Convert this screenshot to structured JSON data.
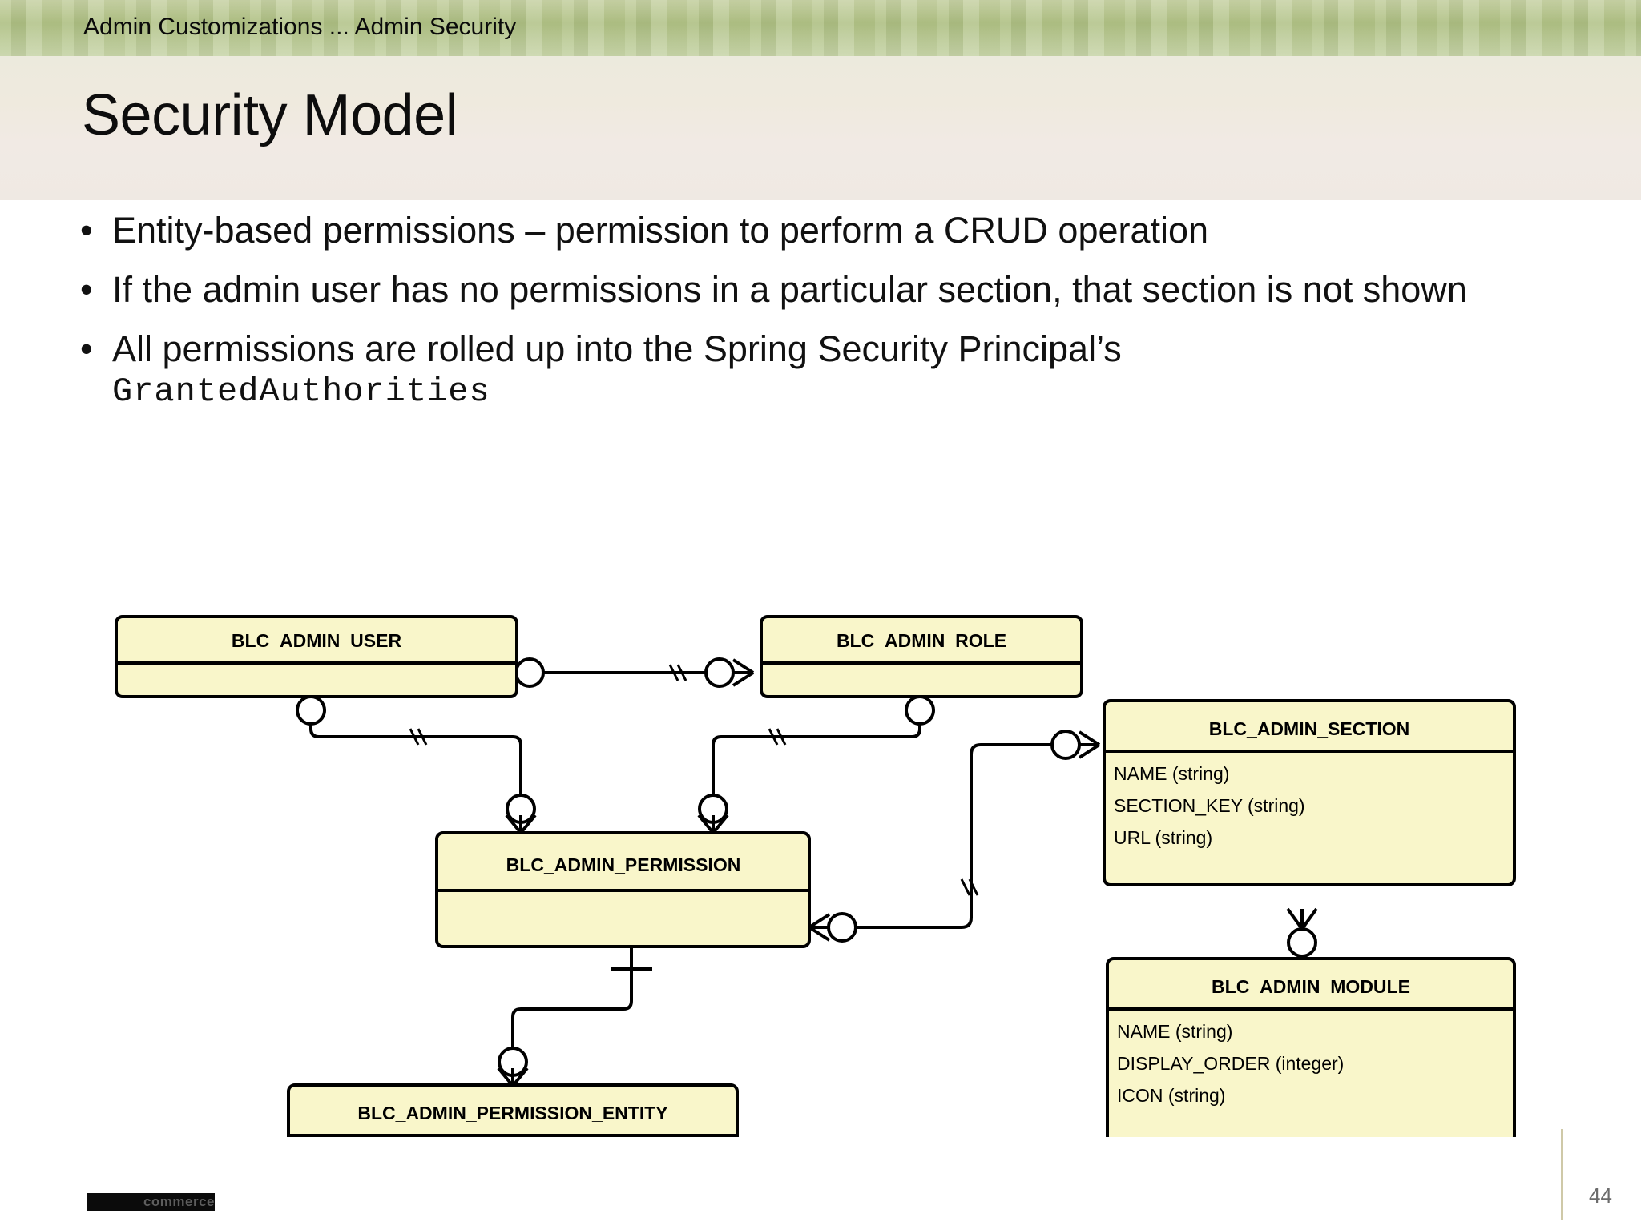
{
  "header": {
    "breadcrumb": "Admin Customizations ... Admin Security",
    "band_color": "#aec083"
  },
  "title": {
    "text": "Security Model",
    "band_color": "#efeade"
  },
  "bullets": [
    {
      "marker": "•",
      "text": "Entity-based permissions – permission to perform a CRUD operation",
      "mono": ""
    },
    {
      "marker": "•",
      "text": "If the admin user has no permissions in a particular section, that section is not shown",
      "mono": ""
    },
    {
      "marker": "•",
      "text": "All permissions are rolled up into the Spring Security Principal’s",
      "mono": "GrantedAuthorities"
    }
  ],
  "diagram": {
    "type": "entity-relationship",
    "entity_fill": "#f9f6ca",
    "entity_stroke": "#000000",
    "entities": [
      {
        "id": "user",
        "name": "BLC_ADMIN_USER",
        "attributes": []
      },
      {
        "id": "role",
        "name": "BLC_ADMIN_ROLE",
        "attributes": []
      },
      {
        "id": "section",
        "name": "BLC_ADMIN_SECTION",
        "attributes": [
          "NAME (string)",
          "SECTION_KEY (string)",
          "URL (string)"
        ]
      },
      {
        "id": "perm",
        "name": "BLC_ADMIN_PERMISSION",
        "attributes": []
      },
      {
        "id": "perment",
        "name": "BLC_ADMIN_PERMISSION_ENTITY",
        "attributes": []
      },
      {
        "id": "module",
        "name": "BLC_ADMIN_MODULE",
        "attributes": [
          "NAME (string)",
          "DISPLAY_ORDER (integer)",
          "ICON (string)"
        ]
      }
    ],
    "relationships": [
      {
        "from": "user",
        "to": "role",
        "notation": "many-to-many"
      },
      {
        "from": "user",
        "to": "perm",
        "notation": "many-to-many"
      },
      {
        "from": "role",
        "to": "perm",
        "notation": "many-to-many"
      },
      {
        "from": "perm",
        "to": "section",
        "notation": "many-to-many"
      },
      {
        "from": "perm",
        "to": "perment",
        "notation": "one-to-many"
      },
      {
        "from": "section",
        "to": "module",
        "notation": "many-to-one"
      }
    ]
  },
  "footer": {
    "logo_text": "commerce",
    "page_number": "44"
  }
}
